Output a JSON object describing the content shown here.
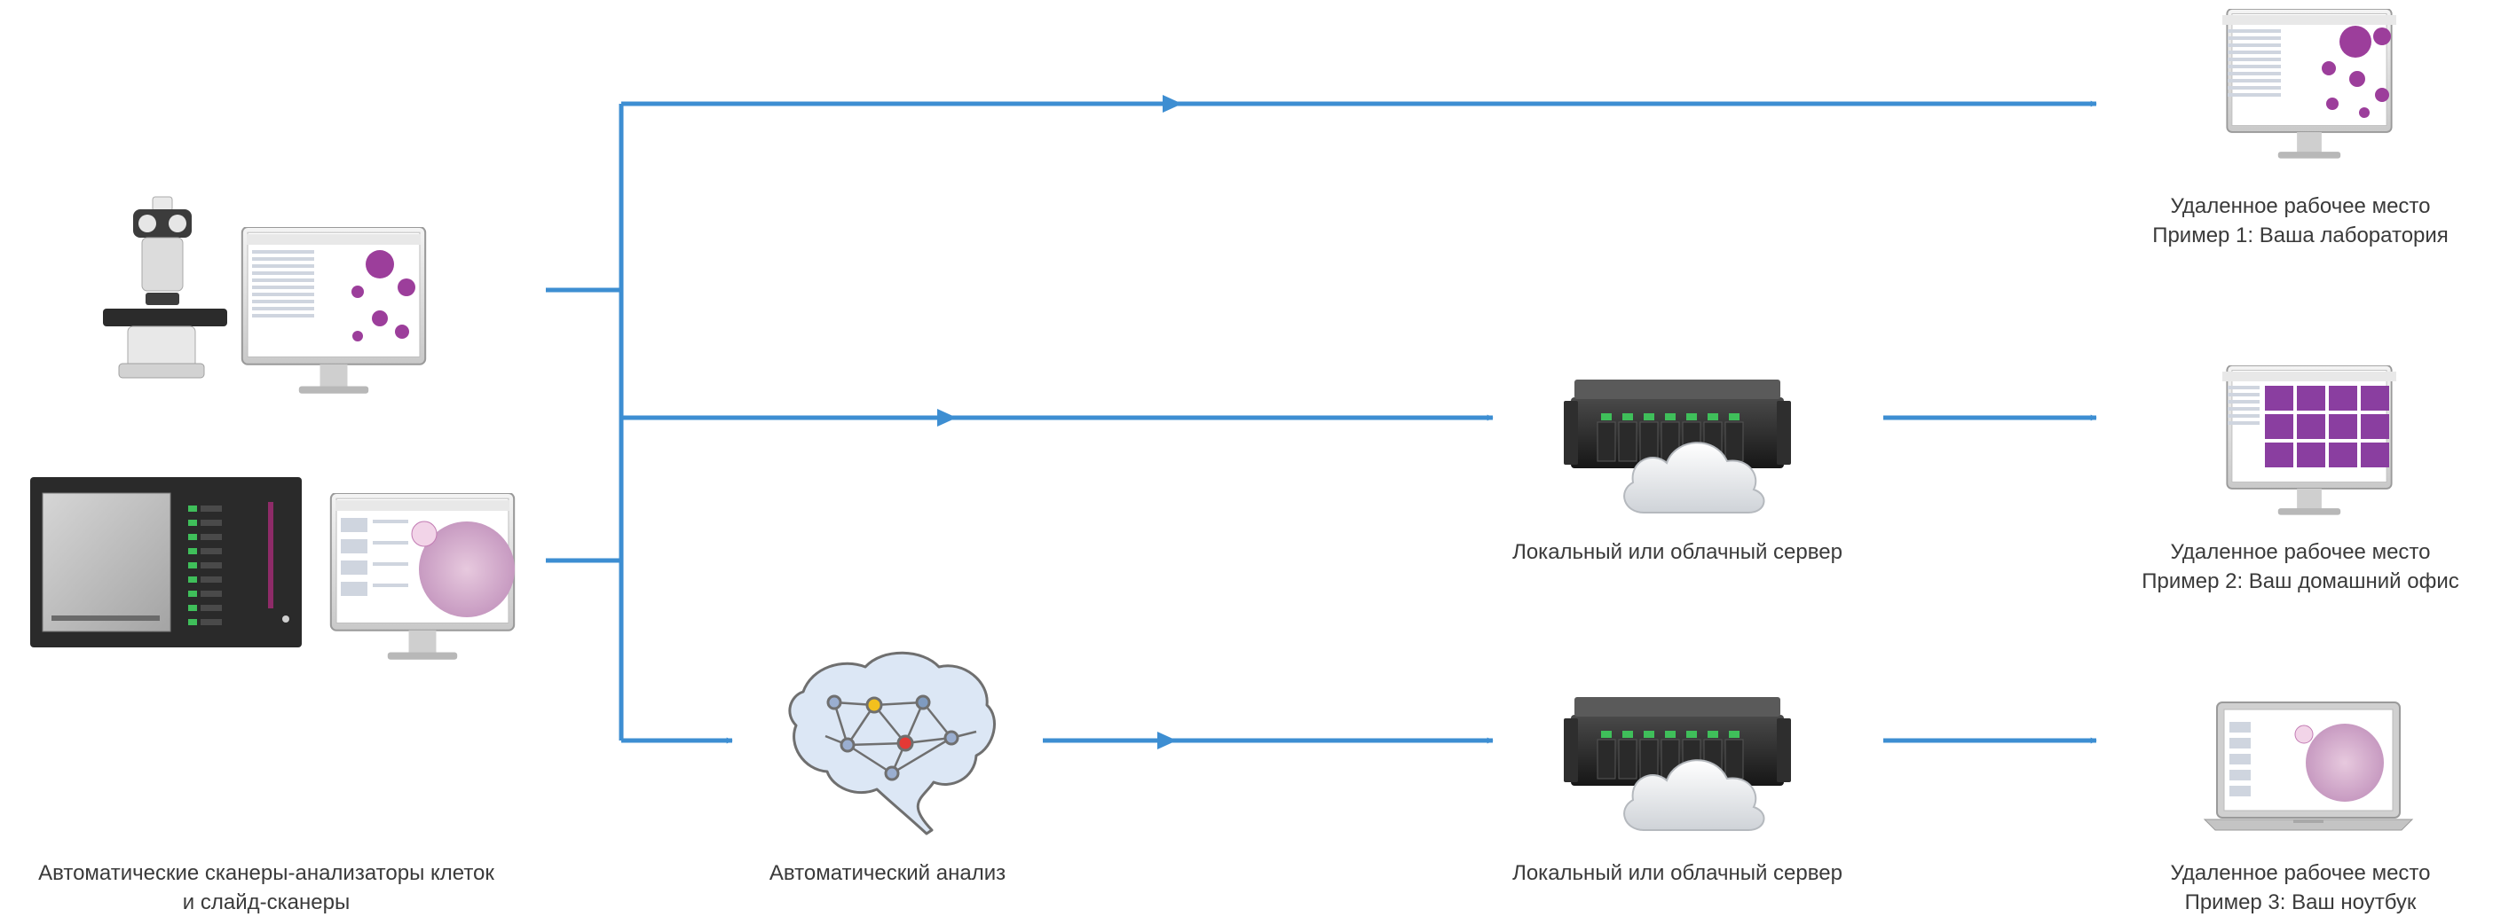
{
  "labels": {
    "scanners": [
      "Автоматические сканеры-анализаторы клеток",
      "и слайд-сканеры"
    ],
    "analysis": "Автоматический анализ",
    "server_1": "Локальный или облачный сервер",
    "server_2": "Локальный или облачный сервер",
    "remote_1": [
      "Удаленное рабочее место",
      "Пример 1: Ваша лаборатория"
    ],
    "remote_2": [
      "Удаленное рабочее место",
      "Пример 2: Ваш домашний офис"
    ],
    "remote_3": [
      "Удаленное рабочее место",
      "Пример 3: Ваш ноутбук"
    ]
  },
  "icons": {
    "microscope": "microscope-icon",
    "scanner": "slide-scanner-icon",
    "monitor": "monitor-icon",
    "server": "server-icon",
    "cloud": "cloud-icon",
    "brain": "ai-brain-icon",
    "laptop": "laptop-icon"
  },
  "colors": {
    "arrow": "#3d8ed2",
    "label_text": "#3a3a3a",
    "server_led": "#3fbf5a",
    "brain_node_yellow": "#f2c01e",
    "brain_node_red": "#e53935",
    "brain_node_blue": "#7f9bc0"
  }
}
